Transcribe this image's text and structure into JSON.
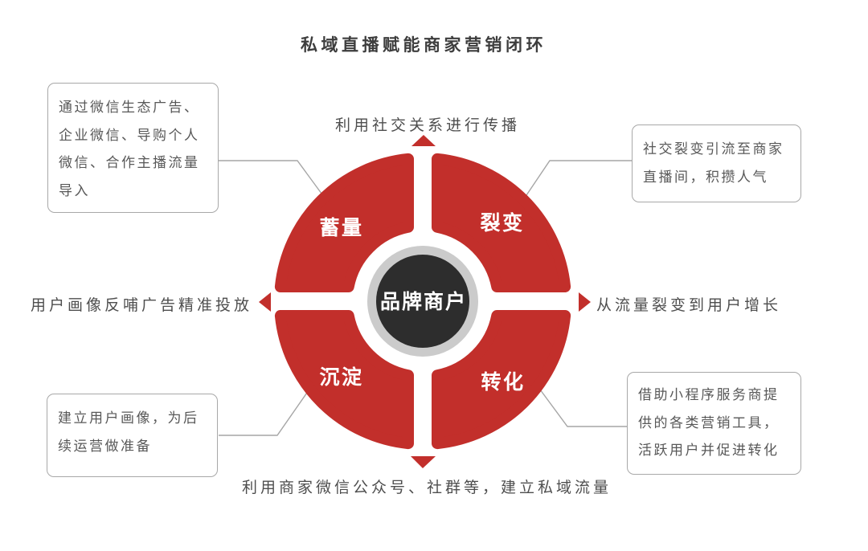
{
  "title": "私域直播赋能商家营销闭环",
  "diagram": {
    "center_label": "品牌商户",
    "quadrants": {
      "top_left": "蓄量",
      "top_right": "裂变",
      "bottom_left": "沉淀",
      "bottom_right": "转化"
    }
  },
  "annotations": {
    "top": "利用社交关系进行传播",
    "left": "用户画像反哺广告精准投放",
    "right": "从流量裂变到用户增长",
    "bottom": "利用商家微信公众号、社群等，建立私域流量"
  },
  "callouts": {
    "top_left": [
      "通过微信生态广告、",
      "企业微信、导购个人",
      "微信、合作主播流量",
      "导入"
    ],
    "top_right": [
      "社交裂变引流至商家",
      "直播间，积攒人气"
    ],
    "bottom_left": [
      "建立用户画像，为后",
      "续运营做准备"
    ],
    "bottom_right": [
      "借助小程序服务商提",
      "供的各类营销工具，",
      "活跃用户并促进转化"
    ]
  },
  "colors": {
    "red": "#C22F2B",
    "center_dark": "#2D2D2D",
    "ring_gray": "#CBCBCB",
    "connector_gray": "#A6A6A6",
    "title_text": "#3D3D3D",
    "body_text": "#585858"
  }
}
